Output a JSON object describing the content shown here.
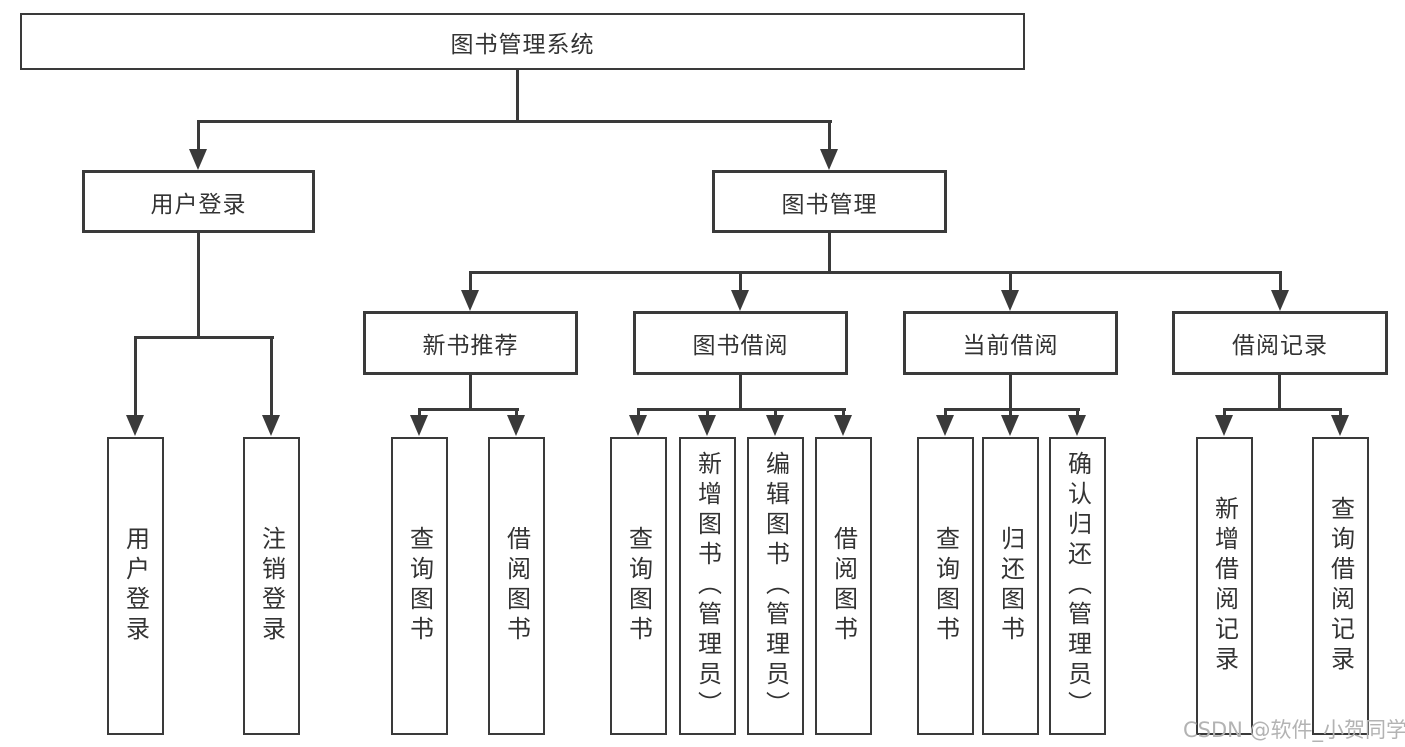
{
  "nodes": {
    "root": "图书管理系统",
    "level2": {
      "user_login": "用户登录",
      "book_mgmt": "图书管理"
    },
    "level3": {
      "new_book_rec": "新书推荐",
      "book_borrow": "图书借阅",
      "current_borrow": "当前借阅",
      "borrow_record": "借阅记录"
    },
    "leaves": {
      "user_login": "用户登录",
      "logout": "注销登录",
      "rec_query_book": "查询图书",
      "rec_borrow_book": "借阅图书",
      "bb_query_book": "查询图书",
      "bb_add_book": "新增图书（管理员）",
      "bb_edit_book": "编辑图书（管理员）",
      "bb_borrow_book": "借阅图书",
      "cb_query_book": "查询图书",
      "cb_return_book": "归还图书",
      "cb_confirm_return": "确认归还（管理员）",
      "br_add_record": "新增借阅记录",
      "br_query_record": "查询借阅记录"
    }
  },
  "tree": {
    "图书管理系统": {
      "用户登录": [
        "用户登录",
        "注销登录"
      ],
      "图书管理": {
        "新书推荐": [
          "查询图书",
          "借阅图书"
        ],
        "图书借阅": [
          "查询图书",
          "新增图书（管理员）",
          "编辑图书（管理员）",
          "借阅图书"
        ],
        "当前借阅": [
          "查询图书",
          "归还图书",
          "确认归还（管理员）"
        ],
        "借阅记录": [
          "新增借阅记录",
          "查询借阅记录"
        ]
      }
    }
  },
  "watermark": "CSDN @软件_小贺同学",
  "colors": {
    "line": "#3a3a3a",
    "text": "#333333",
    "box_fill": "#ffffff",
    "background": "#ffffff",
    "watermark": "#b3b3b3"
  }
}
